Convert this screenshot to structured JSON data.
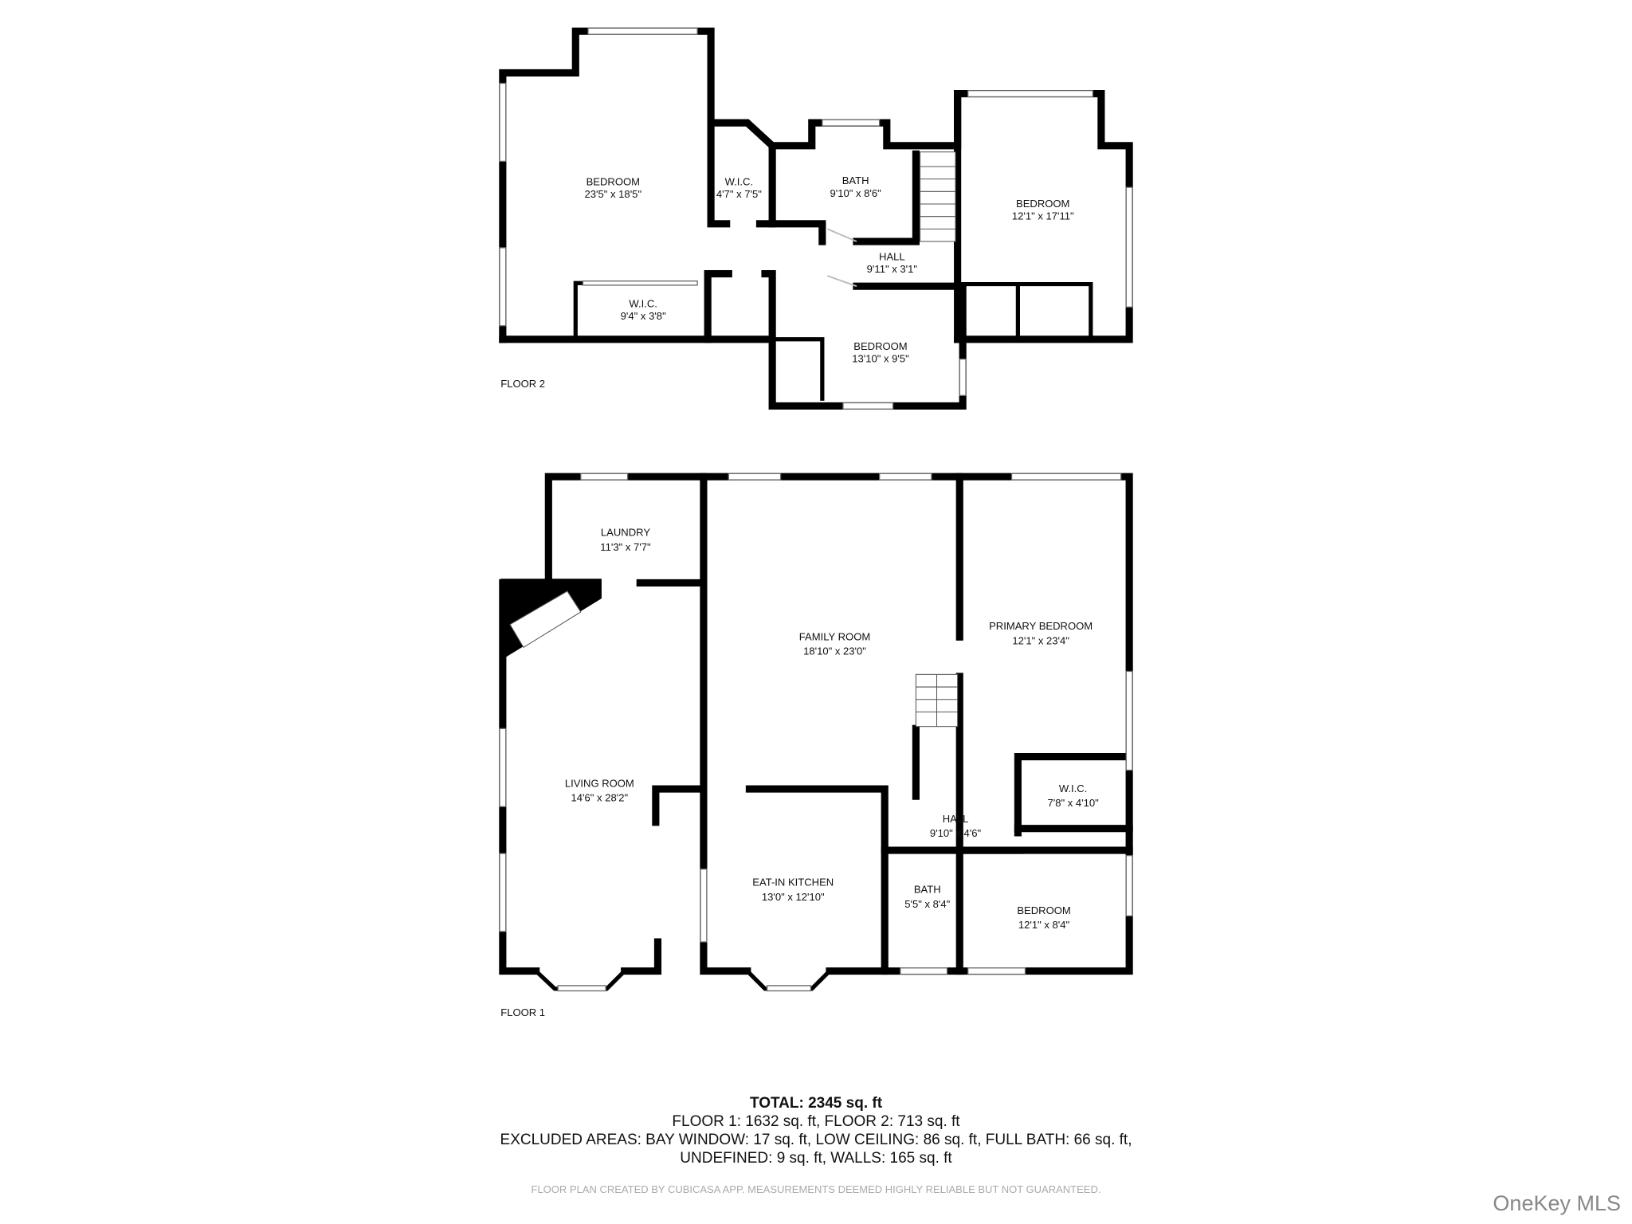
{
  "floor2": {
    "label": "FLOOR 2",
    "rooms": [
      {
        "name": "BEDROOM",
        "size": "23'5\" x 18'5\""
      },
      {
        "name": "W.I.C.",
        "size": "4'7\" x 7'5\""
      },
      {
        "name": "BATH",
        "size": "9'10\" x 8'6\""
      },
      {
        "name": "BEDROOM",
        "size": "12'1\" x 17'11\""
      },
      {
        "name": "HALL",
        "size": "9'11\" x 3'1\""
      },
      {
        "name": "W.I.C.",
        "size": "9'4\" x 3'8\""
      },
      {
        "name": "BEDROOM",
        "size": "13'10\" x 9'5\""
      }
    ]
  },
  "floor1": {
    "label": "FLOOR 1",
    "rooms": [
      {
        "name": "LAUNDRY",
        "size": "11'3\" x 7'7\""
      },
      {
        "name": "FAMILY ROOM",
        "size": "18'10\" x 23'0\""
      },
      {
        "name": "PRIMARY BEDROOM",
        "size": "12'1\" x 23'4\""
      },
      {
        "name": "LIVING ROOM",
        "size": "14'6\" x 28'2\""
      },
      {
        "name": "W.I.C.",
        "size": "7'8\" x 4'10\""
      },
      {
        "name": "HALL",
        "size": "9'10\" x 4'6\""
      },
      {
        "name": "EAT-IN KITCHEN",
        "size": "13'0\" x 12'10\""
      },
      {
        "name": "BATH",
        "size": "5'5\" x 8'4\""
      },
      {
        "name": "BEDROOM",
        "size": "12'1\" x 8'4\""
      }
    ]
  },
  "summary": {
    "total": "TOTAL: 2345 sq. ft",
    "floors": "FLOOR 1: 1632 sq. ft, FLOOR 2: 713 sq. ft",
    "excluded_1": "EXCLUDED AREAS: BAY WINDOW: 17 sq. ft, LOW CEILING: 86 sq. ft, FULL BATH: 66 sq. ft,",
    "excluded_2": "UNDEFINED: 9 sq. ft, WALLS: 165 sq. ft"
  },
  "disclaimer": "FLOOR PLAN CREATED BY CUBICASA APP. MEASUREMENTS DEEMED HIGHLY RELIABLE BUT NOT GUARANTEED.",
  "watermark": "OneKey MLS"
}
